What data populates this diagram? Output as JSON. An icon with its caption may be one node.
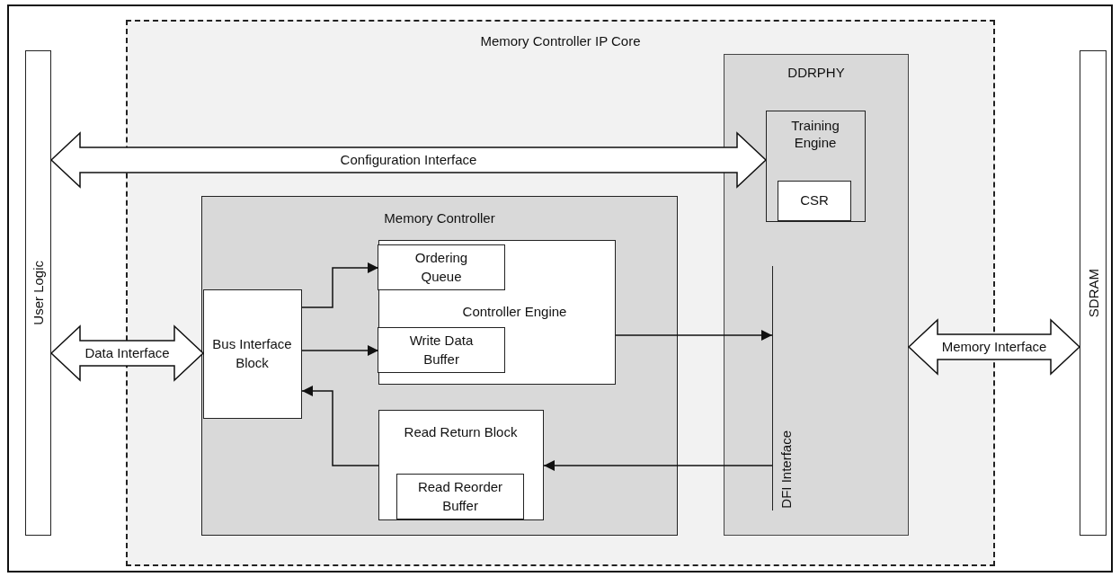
{
  "diagram": {
    "nodes": [
      {
        "text": [
          "Memory Controller IP Core"
        ]
      },
      {
        "text": [
          "User Logic"
        ]
      },
      {
        "text": [
          "DDRPHY"
        ],
        "in": 0
      },
      {
        "text": [
          "Training Engine"
        ],
        "in": 2
      },
      {
        "text": [
          "CSR"
        ],
        "in": 3
      },
      {
        "text": [
          "Memory Controller"
        ],
        "in": 0
      },
      {
        "text": [
          "Bus Interface Block"
        ],
        "in": 5
      },
      {
        "text": [
          "Controller Engine"
        ],
        "in": 5
      },
      {
        "text": [
          "Ordering Queue"
        ],
        "in": 7
      },
      {
        "text": [
          "Write Data Buffer"
        ],
        "in": 7
      },
      {
        "text": [
          "Read Return Block"
        ],
        "in": 5
      },
      {
        "text": [
          "Read Reorder Buffer"
        ],
        "in": 10
      },
      {
        "text": [
          "DFI Interface"
        ],
        "in": 2
      },
      {
        "text": [
          "SDRAM"
        ]
      }
    ],
    "edges": [
      {
        "from": 1,
        "to": 3,
        "arrow": "both",
        "style": "thick",
        "label": "Configuration Interface"
      },
      {
        "from": 1,
        "to": 6,
        "arrow": "both",
        "style": "thick",
        "label": "Data Interface"
      },
      {
        "from": 6,
        "to": 8,
        "arrow": "to"
      },
      {
        "from": 6,
        "to": 9,
        "arrow": "to"
      },
      {
        "from": 10,
        "to": 6,
        "arrow": "to"
      },
      {
        "from": 7,
        "to": 12,
        "arrow": "to"
      },
      {
        "from": 12,
        "to": 10,
        "arrow": "to"
      },
      {
        "from": 2,
        "to": 13,
        "arrow": "both",
        "style": "thick",
        "label": "Memory Interface"
      }
    ]
  }
}
